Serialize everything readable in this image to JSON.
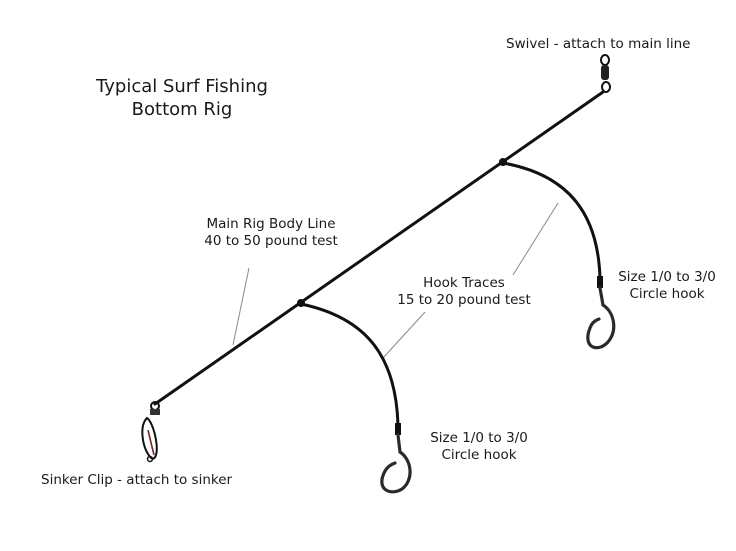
{
  "title": {
    "line1": "Typical Surf Fishing",
    "line2": "Bottom Rig"
  },
  "labels": {
    "swivel": "Swivel - attach to main line",
    "main_line": {
      "line1": "Main Rig Body Line",
      "line2": "40 to 50 pound test"
    },
    "hook_traces": {
      "line1": "Hook Traces",
      "line2": "15 to 20 pound test"
    },
    "upper_hook": {
      "line1": "Size 1/0 to 3/0",
      "line2": "Circle hook"
    },
    "lower_hook": {
      "line1": "Size 1/0 to 3/0",
      "line2": "Circle hook"
    },
    "sinker_clip": "Sinker Clip - attach to sinker"
  },
  "colors": {
    "line": "#111111",
    "hook": "#2a2a2a",
    "leader": "#888888",
    "text": "#1a1a1a"
  },
  "icons": [
    "swivel-icon",
    "sinker-clip-icon",
    "circle-hook-icon"
  ]
}
